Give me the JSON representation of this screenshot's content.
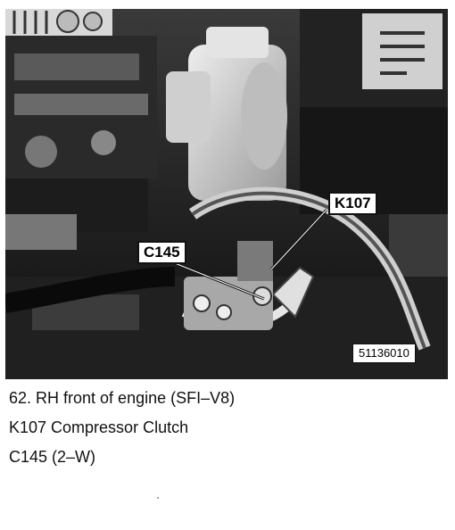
{
  "figure": {
    "labels": {
      "k107": "K107",
      "c145": "C145",
      "ref_number": "51136010"
    }
  },
  "caption": {
    "line1": "62. RH front of engine (SFI–V8)",
    "line2": "K107 Compressor Clutch",
    "line3": "C145 (2–W)"
  }
}
